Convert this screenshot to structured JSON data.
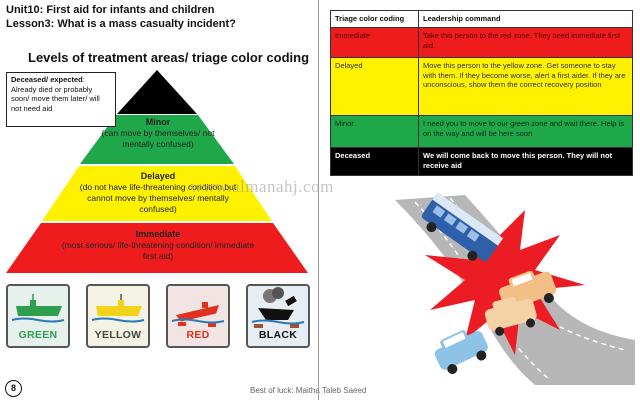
{
  "header": {
    "unit_title": "Unit10: First aid for infants and children",
    "lesson_title": "Lesson3: What is a mass casualty incident?"
  },
  "levels_title": "Levels of treatment areas/ triage color coding",
  "deceased_box": {
    "heading": "Deceased/ expected",
    "text": "Already died or probably soon/ move them later/ will not need aid"
  },
  "pyramid": {
    "minor": {
      "label": "Minor",
      "description": "(can move by themselves/ not mentally confused)"
    },
    "delayed": {
      "label": "Delayed",
      "description": "(do not have life-threatening condition but cannot move by themselves/ mentally confused)"
    },
    "immediate": {
      "label": "Immediate",
      "description": "(most serious/ life-threatening condition/ immediate first aid)"
    }
  },
  "tags": [
    {
      "label": "GREEN",
      "color": "#2f9e4f"
    },
    {
      "label": "YELLOW",
      "color": "#f2d21b"
    },
    {
      "label": "RED",
      "color": "#e0301e"
    },
    {
      "label": "BLACK",
      "color": "#111111"
    }
  ],
  "watermark": "www.almanahj.com",
  "table": {
    "header_code": "Triage color coding",
    "header_command": "Leadership command",
    "rows": [
      {
        "code": "Immediate",
        "command": "Take this person to the red zone. They need immediate first aid."
      },
      {
        "code": "Delayed",
        "command": "Move this person to the yellow zone. Get someone to stay with them. If they become worse, alert a first aider. If they are unconscious, show them the correct recovery position"
      },
      {
        "code": "Minor",
        "command": "I need you to move to our green zone and wait there. Help is on the way and will be here soon"
      },
      {
        "code": "Deceased",
        "command": "We will come back to move this person. They will not receive aid"
      }
    ]
  },
  "page_number": "8",
  "footer": "Best of luck: Maitha Taleb Saeed"
}
